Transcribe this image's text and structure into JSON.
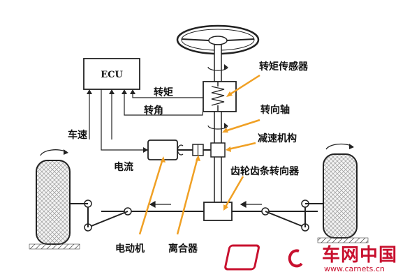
{
  "ecu_label": "ECU",
  "labels": {
    "torque_sensor": "转矩传感器",
    "torque": "转矩",
    "steering_shaft": "转向轴",
    "angle": "转角",
    "reduction_mechanism": "减速机构",
    "vehicle_speed": "车速",
    "rack_pinion_gear": "齿轮齿条转向器",
    "current": "电流",
    "motor": "电动机",
    "clutch": "离合器"
  },
  "watermark": {
    "brand": "车网中国",
    "url": "www.carnets.cn"
  },
  "colors": {
    "line": "#222222",
    "leader_orange": "#f0a024",
    "tire_fill": "#ececec",
    "watermark_red": "#c8102e"
  }
}
